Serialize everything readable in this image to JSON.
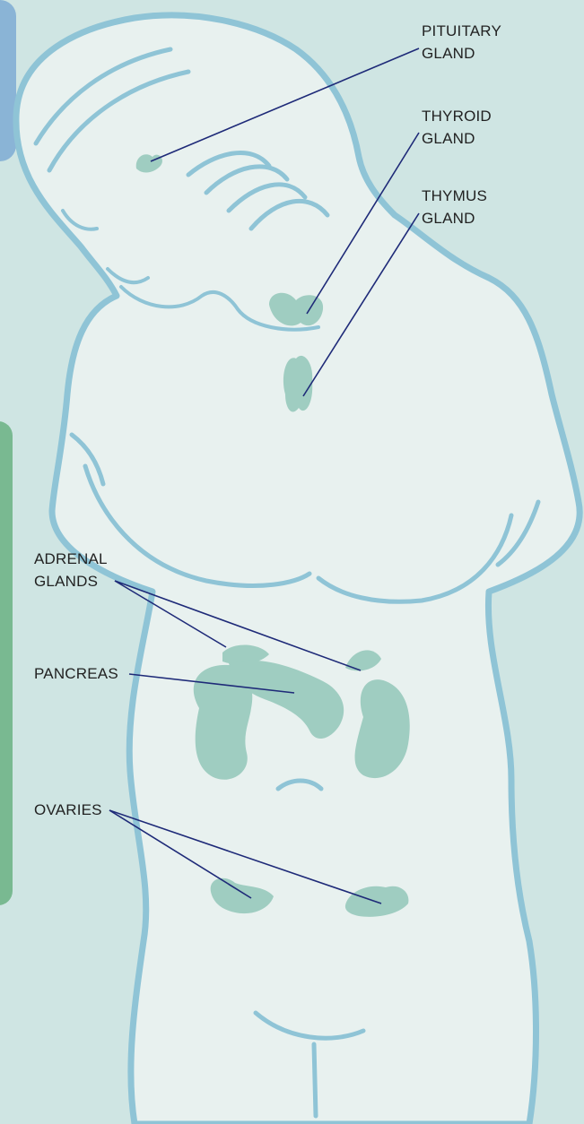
{
  "labels": {
    "pituitary": [
      "PITUITARY",
      "GLAND"
    ],
    "thyroid": [
      "THYROID",
      "GLAND"
    ],
    "thymus": [
      "THYMUS",
      "GLAND"
    ],
    "adrenal": [
      "ADRENAL",
      "GLANDS"
    ],
    "pancreas": "PANCREAS",
    "ovaries": "OVARIES"
  },
  "colors": {
    "background": "#cfe5e3",
    "body_fill": "#e8f1ef",
    "body_outline": "#8fc4d6",
    "organ_fill": "#9fcdc1",
    "leader_line": "#1e2a78",
    "left_tab_blue": "#8ab4d6",
    "left_tab_green": "#79b991"
  }
}
